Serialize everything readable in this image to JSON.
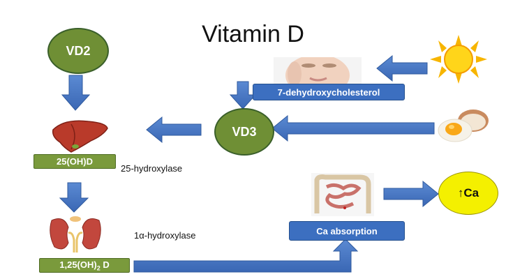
{
  "title": "Vitamin D",
  "nodes": {
    "vd2": "VD2",
    "vd3": "VD3",
    "dehydro": "7-dehydroxycholesterol",
    "hydroxy25": "25(OH)D",
    "dihydroxy_main": "1,25(OH)",
    "dihydroxy_sub": "2",
    "dihydroxy_tail": " D",
    "ca_absorption": "Ca absorption",
    "ca_up": "↑Ca"
  },
  "enzymes": {
    "hydroxylase25": "25-hydroxylase",
    "hydroxylase1a": "1α-hydroxylase"
  },
  "icons": [
    "sun-icon",
    "face-icon",
    "egg-icon",
    "liver-icon",
    "kidney-icon",
    "intestine-icon"
  ],
  "colors": {
    "green_node": "#6f8f35",
    "green_label": "#7a9a3c",
    "blue_arrow": "#4a78c2",
    "blue_label": "#3c6fc0",
    "calcium": "#f4f000"
  }
}
